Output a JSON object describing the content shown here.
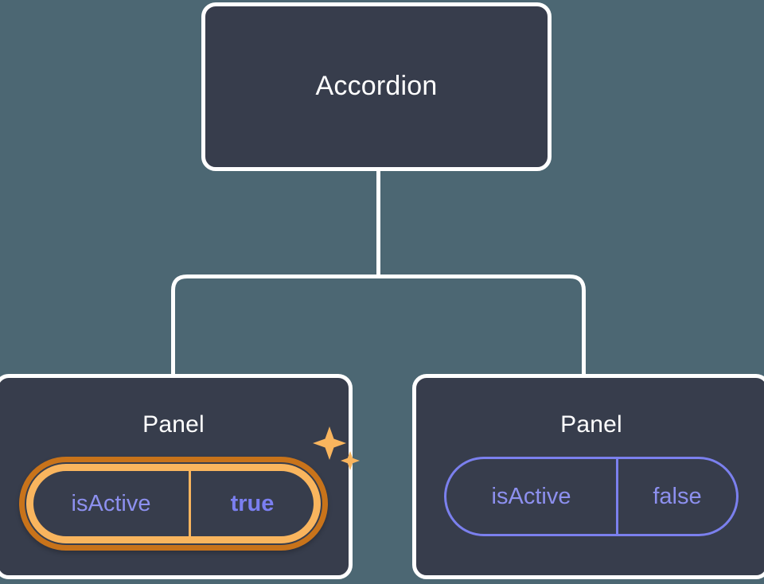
{
  "diagram": {
    "type": "component-tree",
    "background_color": "#4c6773",
    "node_fill_color": "#373d4c",
    "node_border_color": "#ffffff",
    "connector_color": "#ffffff",
    "accent_periwinkle": "#7b80ee",
    "accent_orange_outer": "#c8731a",
    "accent_orange_inner": "#f9b55e",
    "root": {
      "label": "Accordion"
    },
    "children": [
      {
        "label": "Panel",
        "highlighted": true,
        "prop": {
          "key": "isActive",
          "value": "true"
        },
        "sparkle_icon": "sparkles-icon"
      },
      {
        "label": "Panel",
        "highlighted": false,
        "prop": {
          "key": "isActive",
          "value": "false"
        }
      }
    ]
  }
}
